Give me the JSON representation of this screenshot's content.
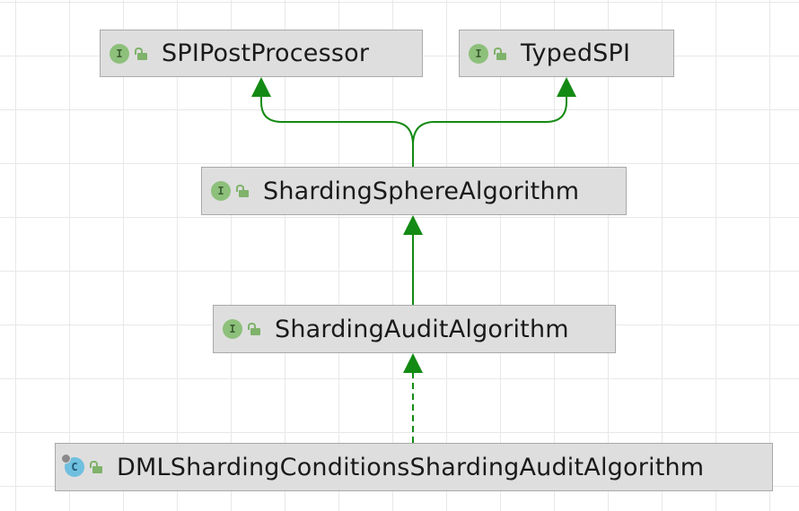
{
  "diagram": {
    "nodes": [
      {
        "id": "spi-post-processor",
        "kind": "interface",
        "badge": "I",
        "label": "SPIPostProcessor"
      },
      {
        "id": "typed-spi",
        "kind": "interface",
        "badge": "I",
        "label": "TypedSPI"
      },
      {
        "id": "sharding-sphere-algorithm",
        "kind": "interface",
        "badge": "I",
        "label": "ShardingSphereAlgorithm"
      },
      {
        "id": "sharding-audit-algorithm",
        "kind": "interface",
        "badge": "I",
        "label": "ShardingAuditAlgorithm"
      },
      {
        "id": "dml-sharding-conditions-sharding-audit-algorithm",
        "kind": "class",
        "badge": "C",
        "label": "DMLShardingConditionsShardingAuditAlgorithm"
      }
    ],
    "edges": [
      {
        "from": "sharding-sphere-algorithm",
        "to": "spi-post-processor",
        "type": "extends"
      },
      {
        "from": "sharding-sphere-algorithm",
        "to": "typed-spi",
        "type": "extends"
      },
      {
        "from": "sharding-audit-algorithm",
        "to": "sharding-sphere-algorithm",
        "type": "extends"
      },
      {
        "from": "dml-sharding-conditions-sharding-audit-algorithm",
        "to": "sharding-audit-algorithm",
        "type": "implements"
      }
    ],
    "colors": {
      "edge": "#138a13",
      "node_fill": "#dedede",
      "node_border": "#a9a9a9",
      "interface_badge": "#8dc07b",
      "class_badge": "#6fbfdf",
      "lock": "#7fb26a"
    }
  }
}
